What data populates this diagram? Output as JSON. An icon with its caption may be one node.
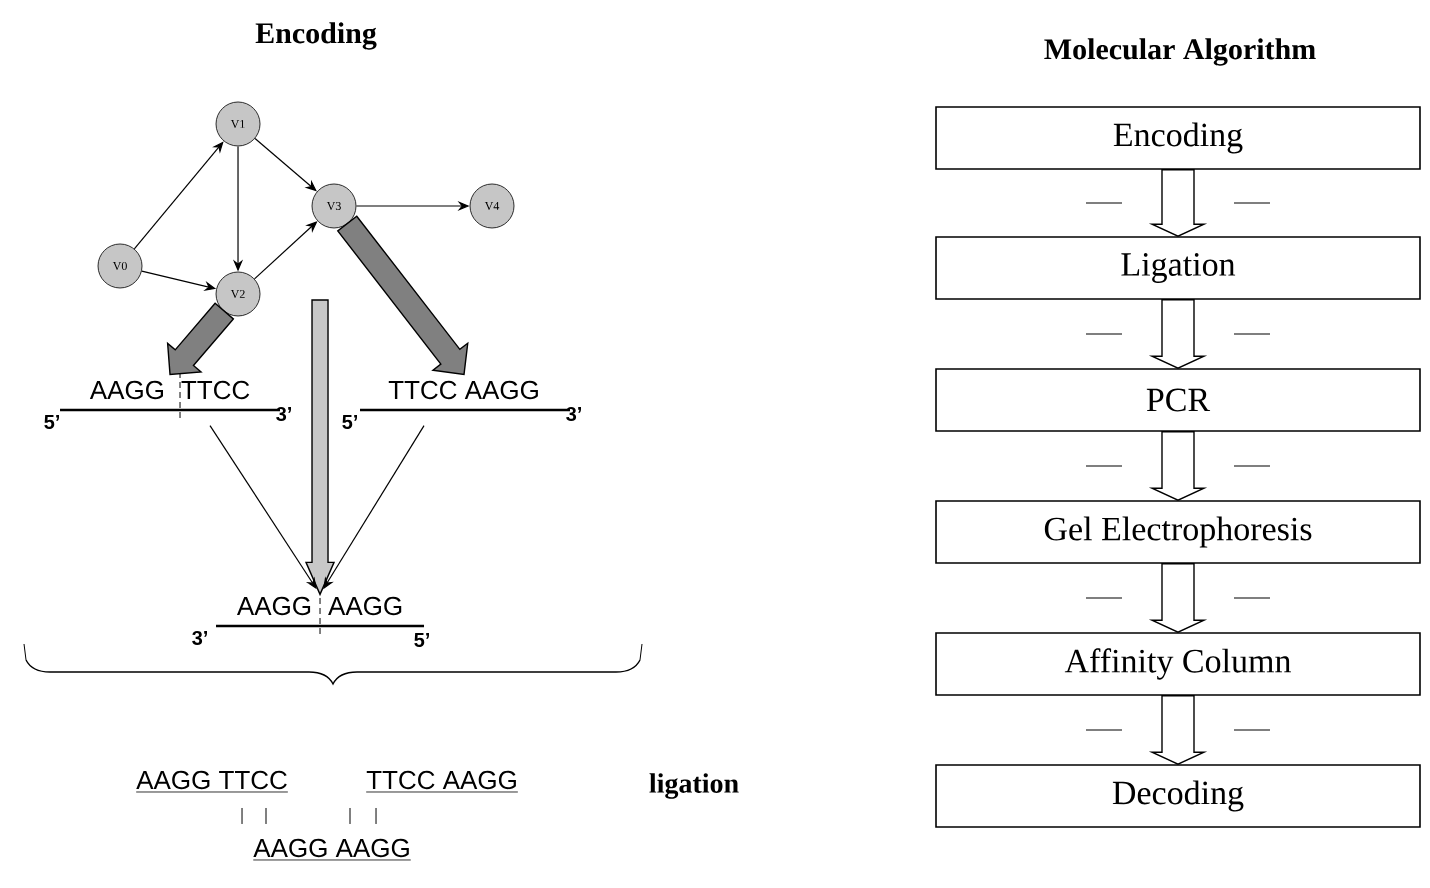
{
  "diagram": {
    "nodes": [
      {
        "text": [
          "V0"
        ]
      },
      {
        "text": [
          "V1"
        ]
      },
      {
        "text": [
          "V2"
        ]
      },
      {
        "text": [
          "V3"
        ]
      },
      {
        "text": [
          "V4"
        ]
      },
      {
        "text": [
          "AAGG",
          "TTCC"
        ],
        "beside": [
          "5’",
          "3’"
        ]
      },
      {
        "text": [
          "TTCC AAGG"
        ],
        "beside": [
          "5’",
          "3’"
        ]
      },
      {
        "text": [
          "AAGG",
          "AAGG"
        ],
        "beside": [
          "3’",
          "5’"
        ]
      },
      {
        "text": [
          "Encoding"
        ]
      },
      {
        "text": [
          "Ligation"
        ]
      },
      {
        "text": [
          "PCR"
        ]
      },
      {
        "text": [
          "Gel Electrophoresis"
        ]
      },
      {
        "text": [
          "Affinity Column"
        ]
      },
      {
        "text": [
          "Decoding"
        ]
      }
    ],
    "edges": [
      {
        "from": 0,
        "to": 1,
        "arrow": "to"
      },
      {
        "from": 0,
        "to": 2,
        "arrow": "to"
      },
      {
        "from": 1,
        "to": 2,
        "arrow": "to"
      },
      {
        "from": 1,
        "to": 3,
        "arrow": "to"
      },
      {
        "from": 2,
        "to": 3,
        "arrow": "to"
      },
      {
        "from": 3,
        "to": 4,
        "arrow": "to"
      },
      {
        "from": 2,
        "to": 5,
        "arrow": "to",
        "style": "thick",
        "color": "#808080"
      },
      {
        "from": 3,
        "to": 6,
        "arrow": "to",
        "style": "thick",
        "color": "#808080"
      },
      {
        "from": null,
        "to": 7,
        "arrow": "to",
        "style": "thick",
        "color": "#c8c8c8"
      },
      {
        "from": 5,
        "to": 7,
        "arrow": "to"
      },
      {
        "from": 6,
        "to": 7,
        "arrow": "to"
      },
      {
        "from": 8,
        "to": 9,
        "arrow": "to",
        "style": "thick",
        "color": "#ffffff"
      },
      {
        "from": 9,
        "to": 10,
        "arrow": "to",
        "style": "thick",
        "color": "#ffffff"
      },
      {
        "from": 10,
        "to": 11,
        "arrow": "to",
        "style": "thick",
        "color": "#ffffff"
      },
      {
        "from": 11,
        "to": 12,
        "arrow": "to",
        "style": "thick",
        "color": "#ffffff"
      },
      {
        "from": 12,
        "to": 13,
        "arrow": "to",
        "style": "thick",
        "color": "#ffffff"
      }
    ],
    "labels": [
      "Encoding",
      "Molecular Algorithm",
      "AAGG TTCC",
      "TTCC AAGG",
      "ligation",
      "AAGG AAGG"
    ]
  }
}
